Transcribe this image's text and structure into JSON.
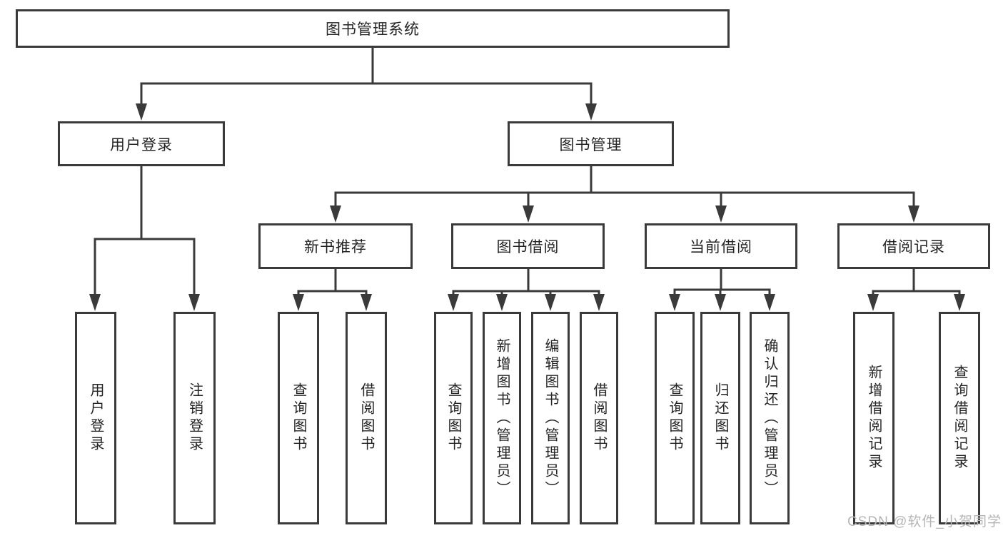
{
  "tree": {
    "label": "图书管理系统",
    "children": [
      {
        "label": "用户登录",
        "children": [
          {
            "label": "用户登录"
          },
          {
            "label": "注销登录"
          }
        ]
      },
      {
        "label": "图书管理",
        "children": [
          {
            "label": "新书推荐",
            "children": [
              {
                "label": "查询图书"
              },
              {
                "label": "借阅图书"
              }
            ]
          },
          {
            "label": "图书借阅",
            "children": [
              {
                "label": "查询图书"
              },
              {
                "label": "新增图书（管理员）"
              },
              {
                "label": "编辑图书（管理员）"
              },
              {
                "label": "借阅图书"
              }
            ]
          },
          {
            "label": "当前借阅",
            "children": [
              {
                "label": "查询图书"
              },
              {
                "label": "归还图书"
              },
              {
                "label": "确认归还（管理员）"
              }
            ]
          },
          {
            "label": "借阅记录",
            "children": [
              {
                "label": "新增借阅记录"
              },
              {
                "label": "查询借阅记录"
              }
            ]
          }
        ]
      }
    ]
  },
  "watermark": {
    "text": "CSDN @软件_小贺同学"
  },
  "colors": {
    "line": "#3a3a3a",
    "box_border": "#3a3a3a",
    "text": "#242424",
    "watermark": "#b5b5b5",
    "background": "#ffffff"
  }
}
